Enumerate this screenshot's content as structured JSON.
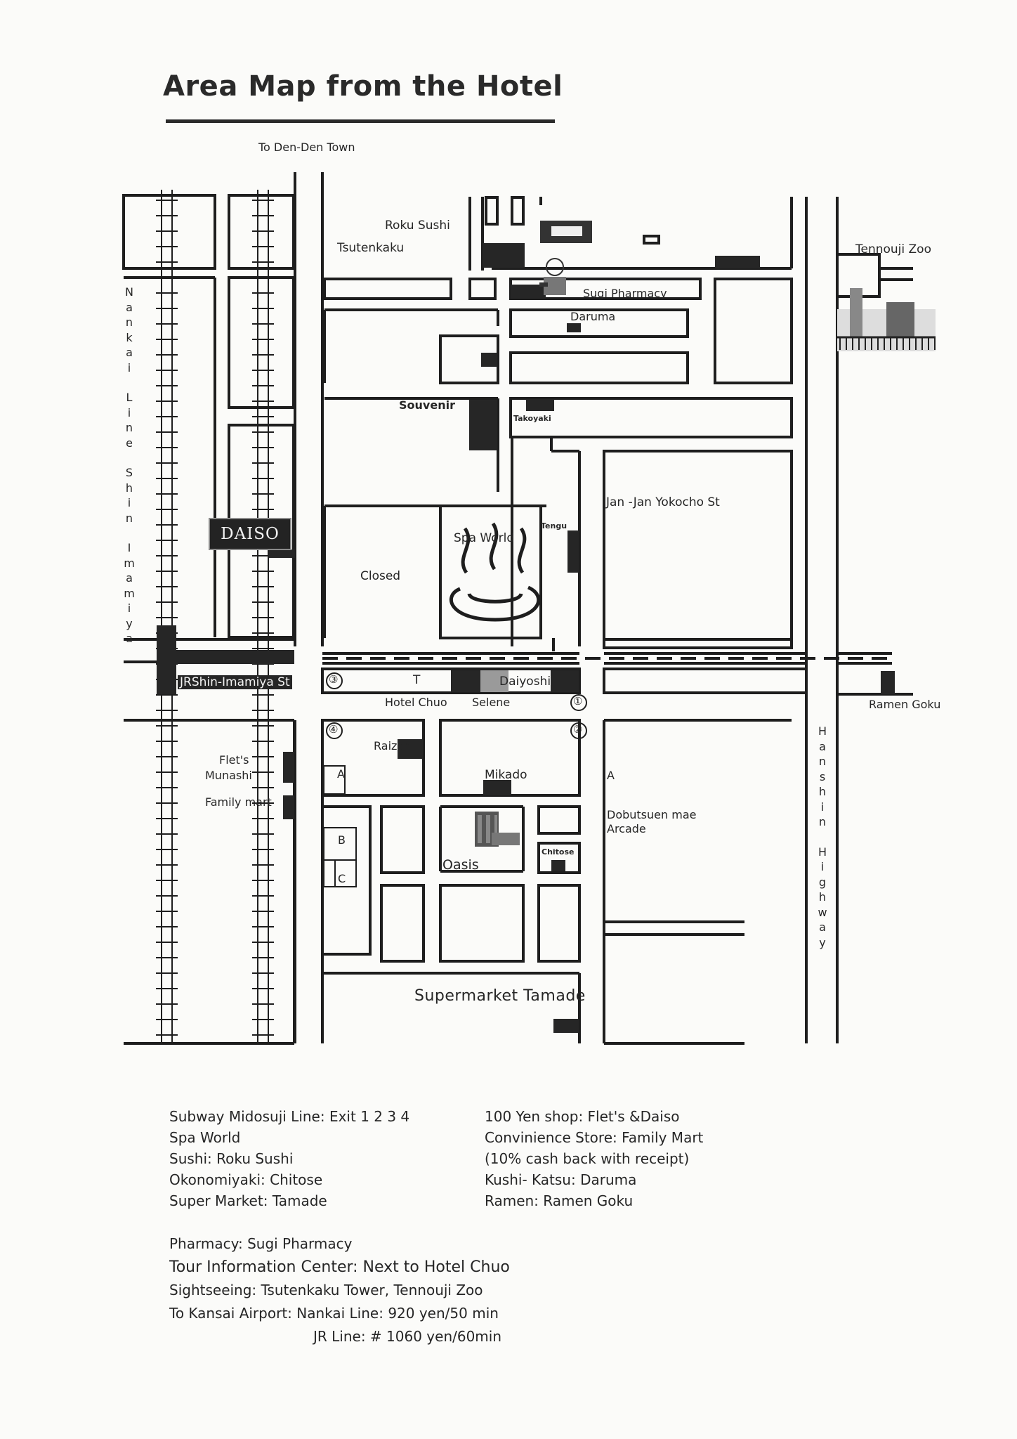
{
  "title": "Area Map from the Hotel",
  "map": {
    "labels": {
      "to_den_den_town": "To Den-Den Town",
      "roku_sushi": "Roku Sushi",
      "tsutenkaku": "Tsutenkaku",
      "tennouji_zoo": "Tennouji Zoo",
      "sugi_pharmacy": "Sugi Pharmacy",
      "daruma": "Daruma",
      "souvenir": "Souvenir",
      "takoyaki": "Takoyaki",
      "jan_jan_yokocho": "Jan -Jan Yokocho St",
      "tengu": "Tengu",
      "spa_world": "Spa World",
      "closed": "Closed",
      "daiso": "DAISO",
      "jr_shin_imamiya": "JRShin-Imamiya St",
      "exit3": "③",
      "t_marker": "T",
      "daiyoshi": "Daiyoshi",
      "hotel_chuo": "Hotel Chuo",
      "selene": "Selene",
      "exit1": "①",
      "exit2": "②",
      "exit4": "④",
      "ramen_goku": "Ramen Goku",
      "raizan": "Raizan",
      "flets": "Flet's",
      "munashi": "Munashi",
      "family_mart": "Family mart",
      "a_marker": "A",
      "mikado": "Mikado",
      "dobutsuen_line1": "Dobutsuen mae",
      "dobutsuen_line2": "Arcade",
      "b_marker": "B",
      "c_marker": "C",
      "oasis": "Oasis",
      "chitose": "Chitose",
      "supermarket_tamade": "Supermarket Tamade",
      "nankai_line": "Nankai Line Shin Imamiya",
      "hanshin_highway": "Hanshin Highway"
    }
  },
  "legend": {
    "left": [
      "Subway Midosuji Line: Exit  1 2 3 4",
      "Spa World",
      "Sushi: Roku Sushi",
      "Okonomiyaki: Chitose",
      "Super Market: Tamade"
    ],
    "right": [
      "100 Yen shop: Flet's  &Daiso",
      "Convinience Store: Family Mart",
      "(10% cash back with receipt)",
      "Kushi- Katsu: Daruma",
      "Ramen: Ramen Goku"
    ],
    "bottom": [
      "Pharmacy:  Sugi Pharmacy",
      "Tour Information Center: Next to Hotel Chuo",
      "Sightseeing: Tsutenkaku Tower, Tennouji Zoo",
      "To Kansai Airport: Nankai Line:    920 yen/50 min",
      "JR Line:  # 1060 yen/60min"
    ]
  }
}
